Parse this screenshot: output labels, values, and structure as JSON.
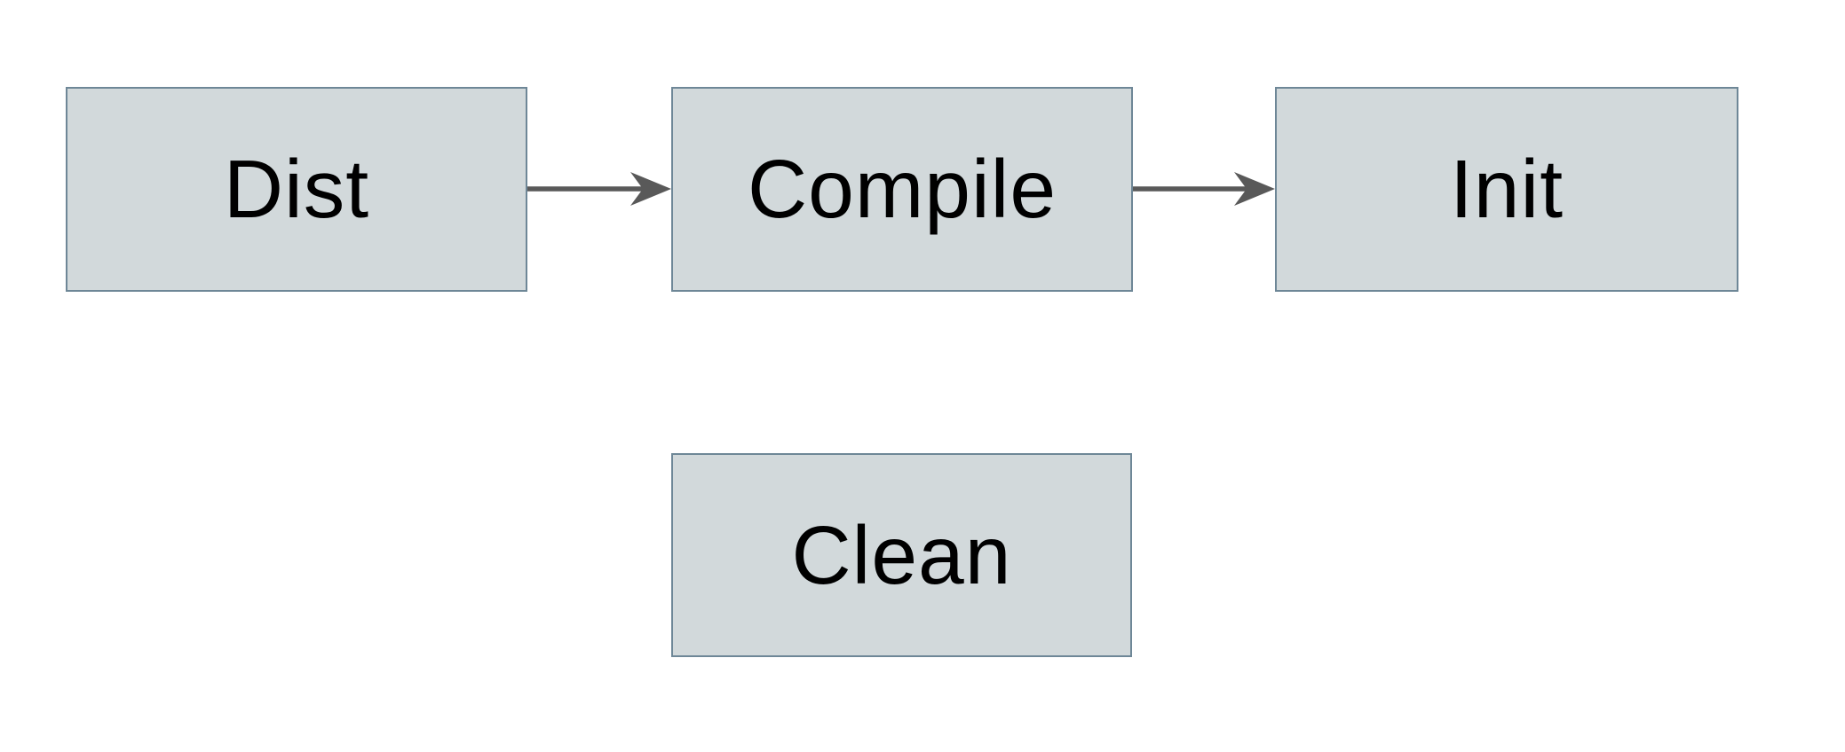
{
  "diagram": {
    "type": "flowchart",
    "nodes": [
      {
        "id": "dist",
        "label": "Dist"
      },
      {
        "id": "compile",
        "label": "Compile"
      },
      {
        "id": "init",
        "label": "Init"
      },
      {
        "id": "clean",
        "label": "Clean"
      }
    ],
    "edges": [
      {
        "from": "Dist",
        "to": "Compile",
        "direction": "right"
      },
      {
        "from": "Compile",
        "to": "Init",
        "direction": "right"
      }
    ],
    "colors": {
      "canvas-bg": "#ffffff",
      "node-fill": "#d2d9db",
      "node-border": "#6e8797",
      "arrow": "#595959",
      "label-text": "#000000"
    }
  }
}
